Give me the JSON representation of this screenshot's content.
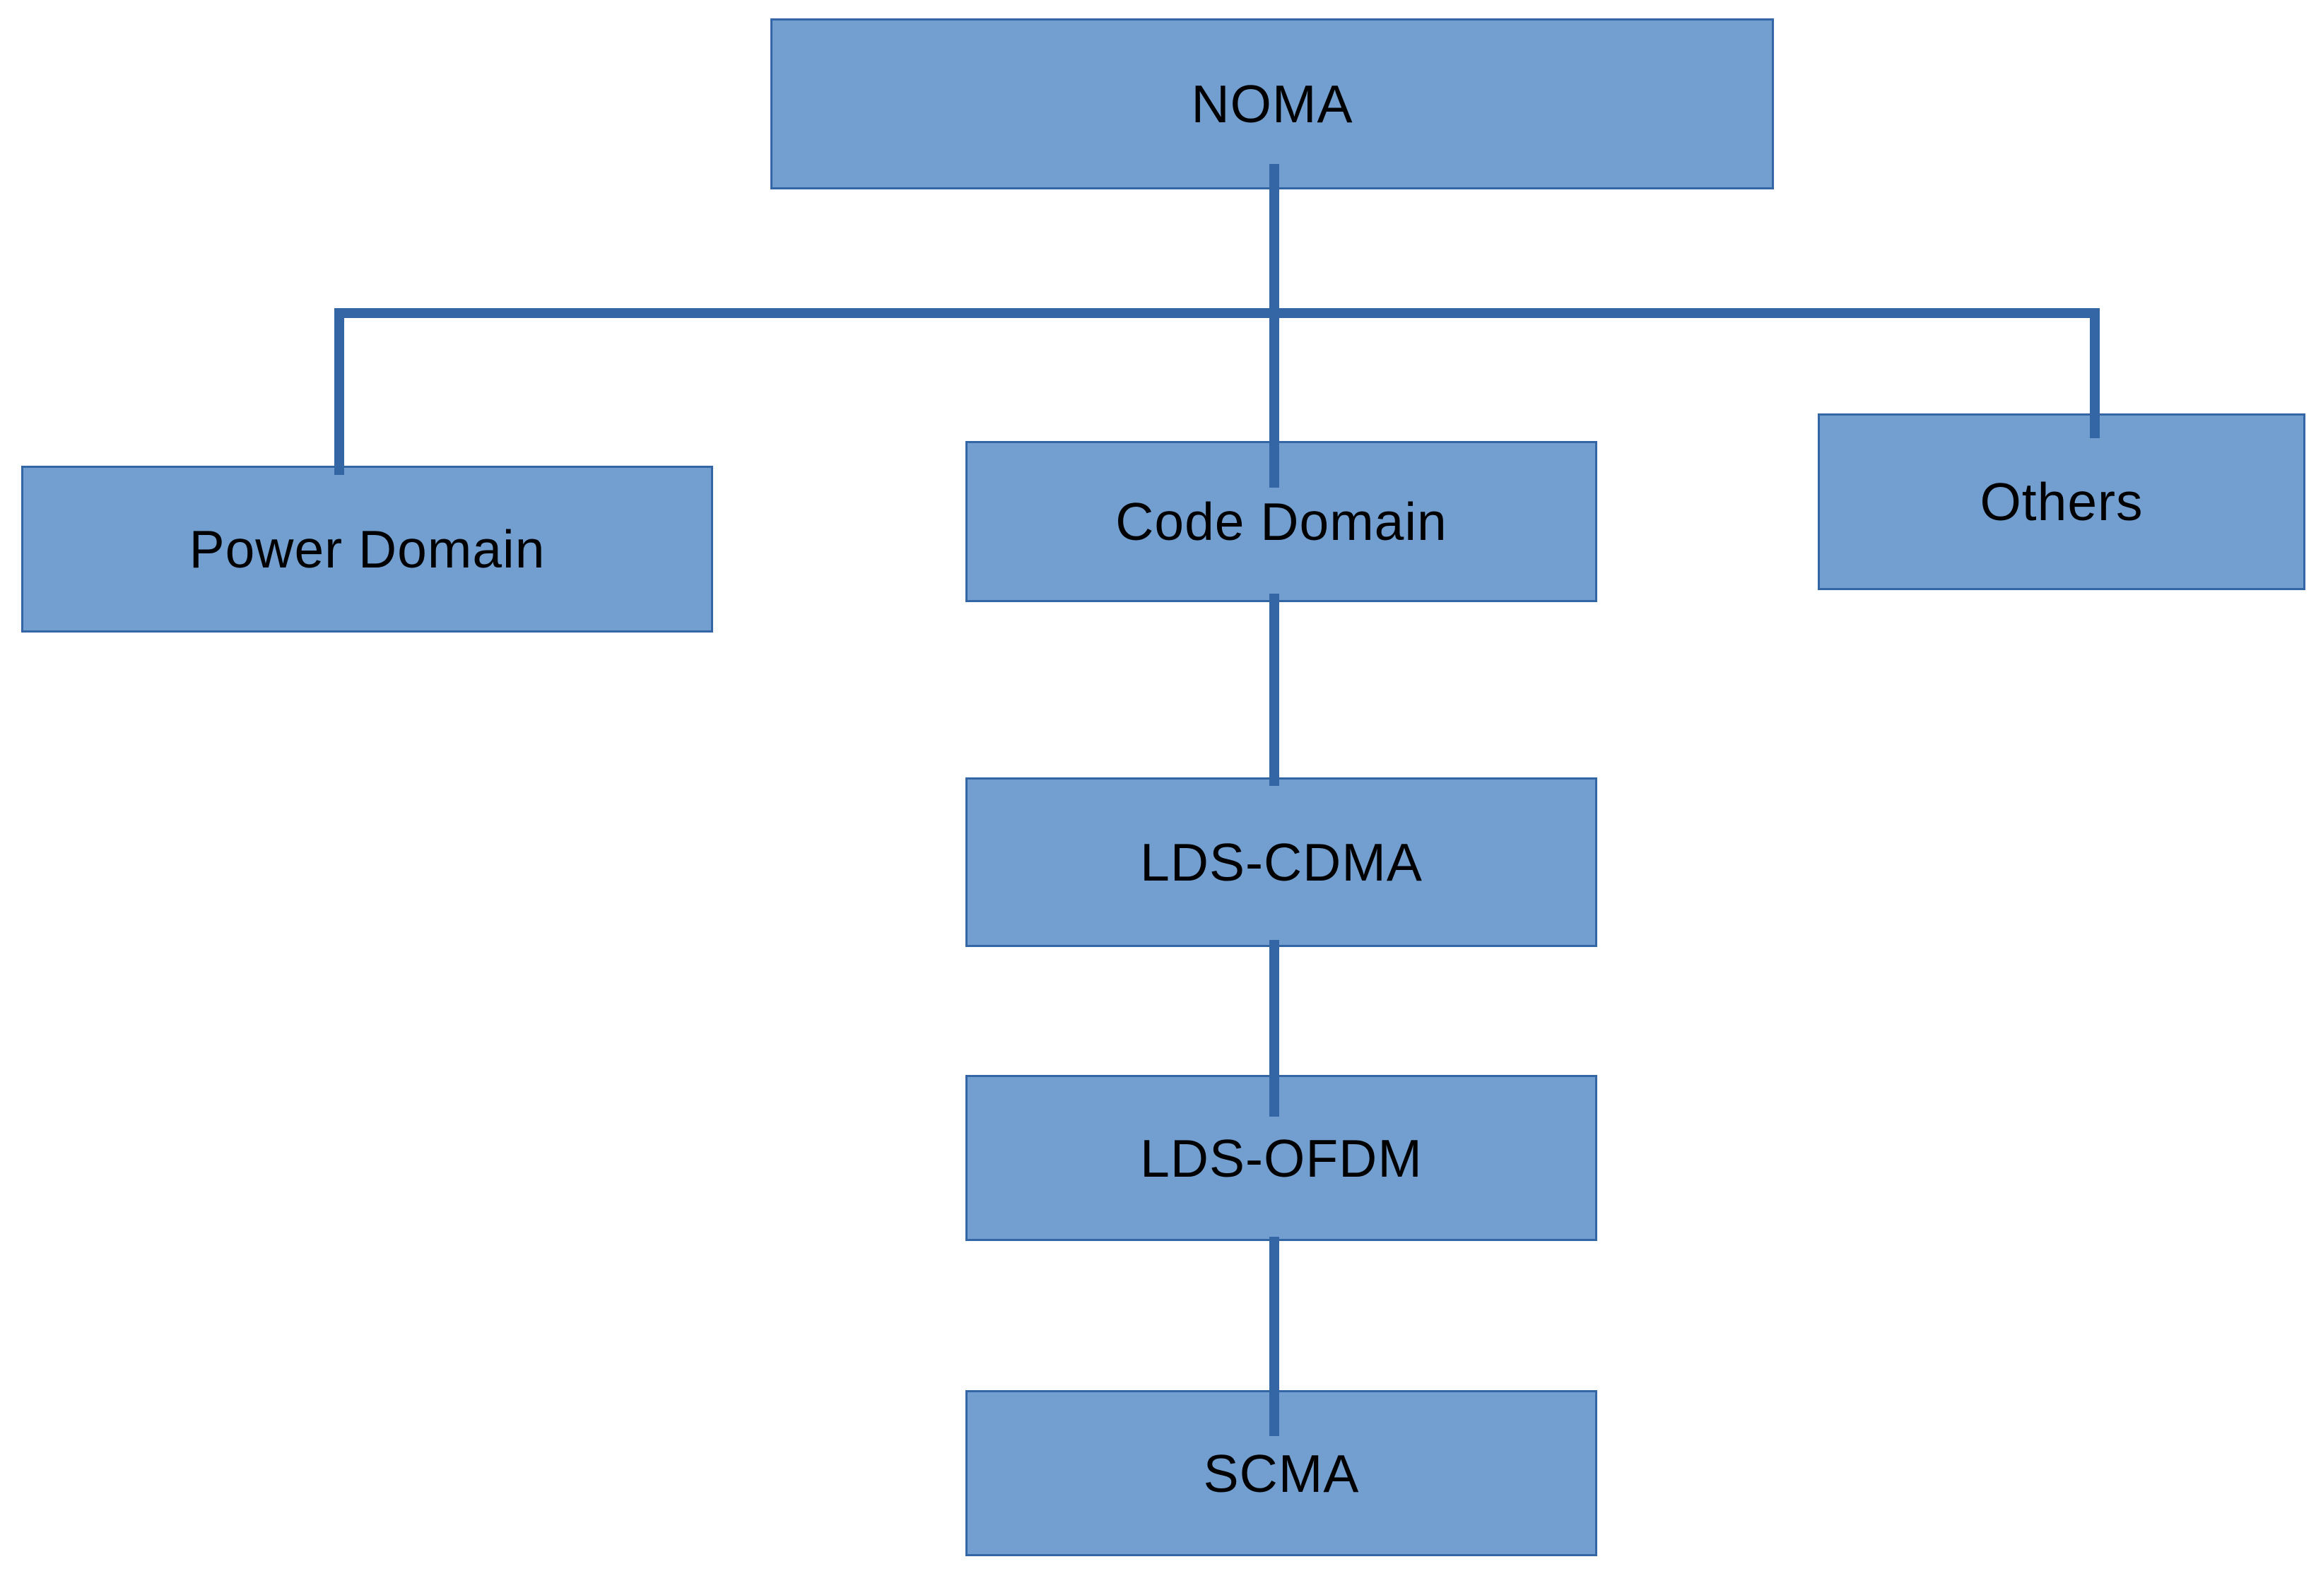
{
  "diagram": {
    "type": "tree",
    "description": "NOMA multiple-access techniques classification",
    "nodes": {
      "noma": {
        "label": "NOMA"
      },
      "power_domain": {
        "label": "Power Domain"
      },
      "code_domain": {
        "label": "Code Domain"
      },
      "others": {
        "label": "Others"
      },
      "lds_cdma": {
        "label": "LDS-CDMA"
      },
      "lds_ofdm": {
        "label": "LDS-OFDM"
      },
      "scma": {
        "label": "SCMA"
      }
    },
    "edges": [
      {
        "from": "NOMA",
        "to": "Power Domain"
      },
      {
        "from": "NOMA",
        "to": "Code Domain"
      },
      {
        "from": "NOMA",
        "to": "Others"
      },
      {
        "from": "Code Domain",
        "to": "LDS-CDMA"
      },
      {
        "from": "LDS-CDMA",
        "to": "LDS-OFDM"
      },
      {
        "from": "LDS-OFDM",
        "to": "SCMA"
      }
    ],
    "colors": {
      "node_fill": "#729FCF",
      "node_border": "#3465A4",
      "connector": "#3465A4",
      "text": "#000000",
      "background": "#FFFFFF"
    }
  }
}
